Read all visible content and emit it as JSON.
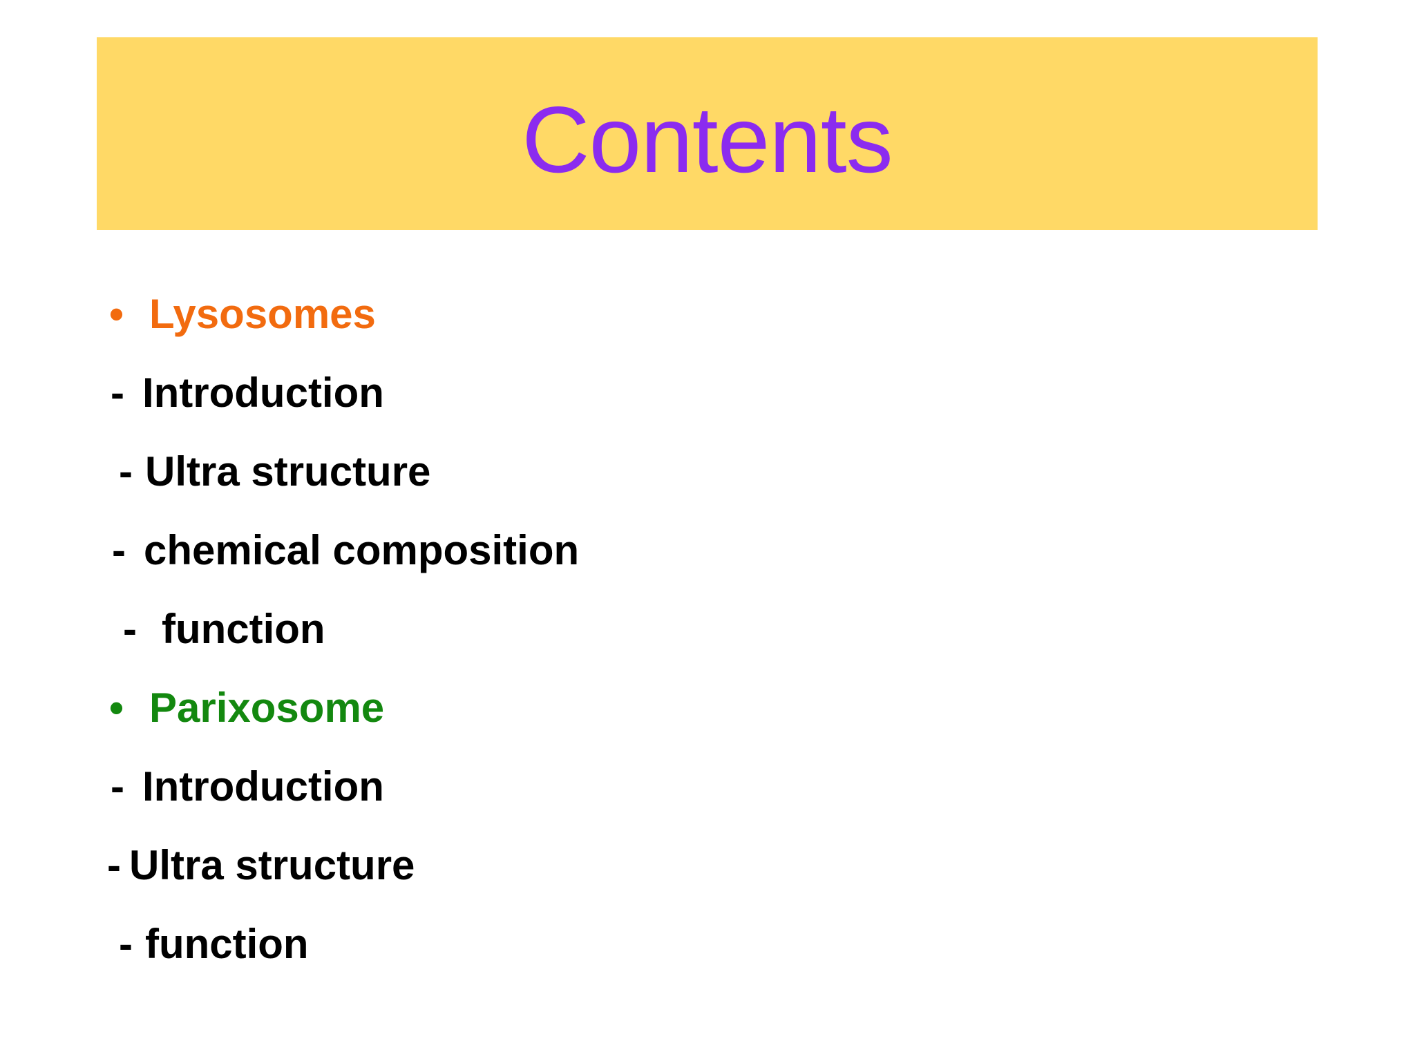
{
  "slide": {
    "title": "Contents",
    "title_color": "#8B2BEF",
    "banner_color": "#FFD966",
    "background_color": "#FFFFFF"
  },
  "colors": {
    "orange": "#F26B0F",
    "green": "#13880F",
    "black": "#000000",
    "purple": "#8B2BEF",
    "banner_yellow": "#FFD966"
  },
  "content": {
    "lines": [
      {
        "marker": "•",
        "marker_type": "bullet",
        "label": "Lysosomes",
        "color": "#F26B0F"
      },
      {
        "marker": "-",
        "marker_type": "dash",
        "label": "Introduction",
        "color": "#000000"
      },
      {
        "marker": "-",
        "marker_type": "dash",
        "label": "Ultra structure",
        "color": "#000000"
      },
      {
        "marker": "-",
        "marker_type": "dash",
        "label": "chemical composition",
        "color": "#000000"
      },
      {
        "marker": "-",
        "marker_type": "dash",
        "label": "function",
        "color": "#000000"
      },
      {
        "marker": "•",
        "marker_type": "bullet",
        "label": "Parixosome",
        "color": "#13880F"
      },
      {
        "marker": "-",
        "marker_type": "dash",
        "label": "Introduction",
        "color": "#000000"
      },
      {
        "marker": "-",
        "marker_type": "dash",
        "label": "Ultra structure",
        "color": "#000000"
      },
      {
        "marker": "-",
        "marker_type": "dash",
        "label": "function",
        "color": "#000000"
      }
    ]
  }
}
